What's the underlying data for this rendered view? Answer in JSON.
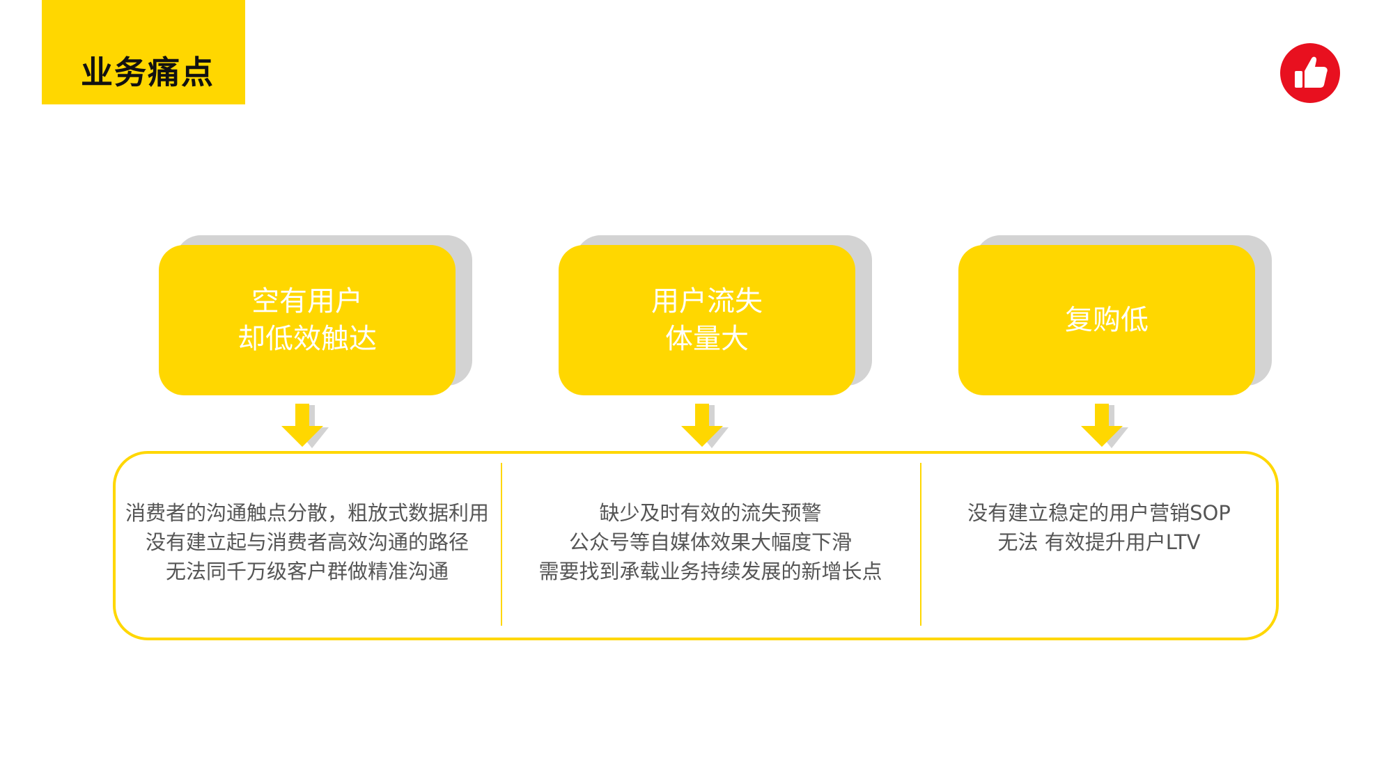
{
  "header": {
    "title": "业务痛点"
  },
  "logo": {
    "icon": "thumbs-up-icon",
    "color": "#E8101F"
  },
  "colors": {
    "accent": "#FFD700",
    "shadow": "#D3D3D3",
    "text": "#555555"
  },
  "cards": [
    {
      "line1": "空有用户",
      "line2": "却低效触达"
    },
    {
      "line1": "用户流失",
      "line2": "体量大"
    },
    {
      "line1": "复购低",
      "line2": ""
    }
  ],
  "details": [
    {
      "lines": [
        "消费者的沟通触点分散，粗放式数据利用",
        "没有建立起与消费者高效沟通的路径",
        "无法同千万级客户群做精准沟通"
      ]
    },
    {
      "lines": [
        "缺少及时有效的流失预警",
        "公众号等自媒体效果大幅度下滑",
        "需要找到承载业务持续发展的新增长点"
      ]
    },
    {
      "lines": [
        "没有建立稳定的用户营销SOP",
        "无法 有效提升用户LTV"
      ]
    }
  ]
}
